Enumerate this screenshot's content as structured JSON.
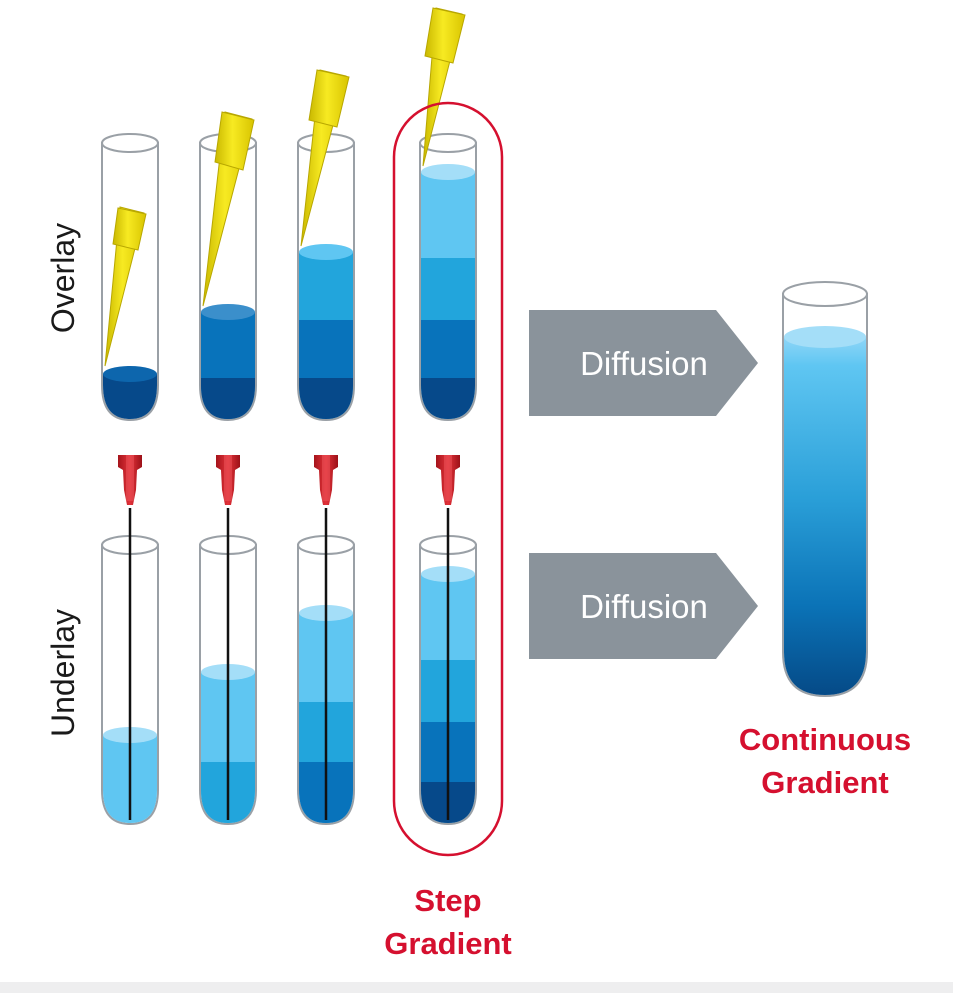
{
  "labels": {
    "overlay": "Overlay",
    "underlay": "Underlay",
    "diffusion_top": "Diffusion",
    "diffusion_bottom": "Diffusion",
    "step_gradient": [
      "Step",
      "Gradient"
    ],
    "continuous_gradient": [
      "Continuous",
      "Gradient"
    ]
  },
  "colors": {
    "accent_red": "#d5102f",
    "arrow_grey": "#8a939b",
    "tip_yellow": "#f2e20a",
    "needle_red": "#d8222b",
    "blue_layers": [
      "#5fc6f2",
      "#22a5dc",
      "#0873bb",
      "#06498a"
    ],
    "tube_outline": "#9aa0a6"
  },
  "icons": [
    "pipette-tip-icon",
    "syringe-needle-icon",
    "test-tube-icon",
    "arrow-icon"
  ]
}
